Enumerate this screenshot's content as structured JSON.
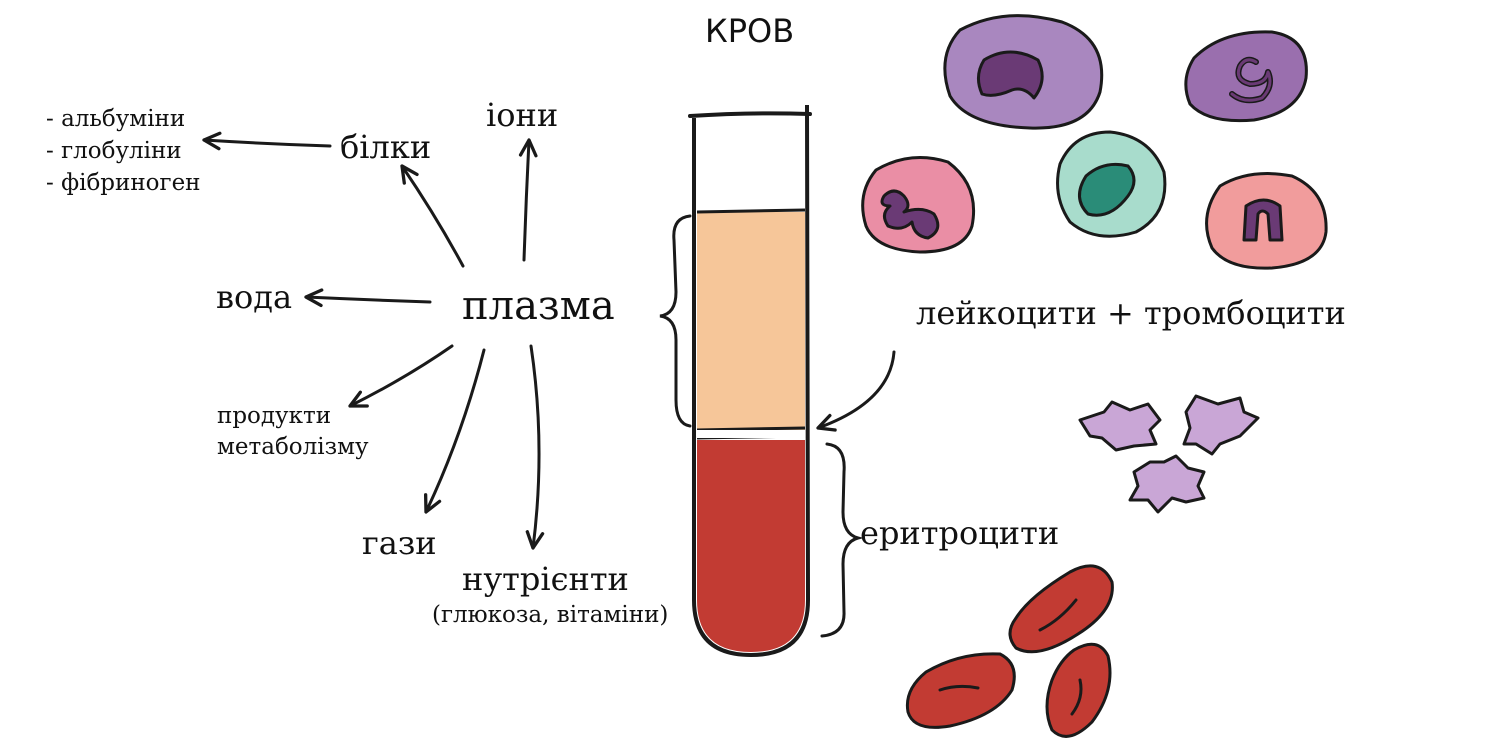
{
  "title": "КРОВ",
  "plasma": {
    "label": "плазма",
    "components": {
      "proteins": "білки",
      "proteins_list": [
        "- альбуміни",
        "- глобуліни",
        "- фібриноген"
      ],
      "ions": "іони",
      "water": "вода",
      "metabolism_line1": "продукти",
      "metabolism_line2": "метаболізму",
      "gases": "гази",
      "nutrients": "нутрієнти",
      "nutrients_note": "(глюкоза, вітаміни)"
    }
  },
  "layers": {
    "buffy_coat": "лейкоцити + тромбоцити",
    "erythrocytes": "еритроцити"
  },
  "colors": {
    "ink": "#1a1a1a",
    "plasma": "#f6c699",
    "red_cells": "#c23b33",
    "leukocyte_violet": "#a987bf",
    "leukocyte_purple": "#9a6fae",
    "leukocyte_pink": "#ea8ea5",
    "leukocyte_teal": "#a8dccc",
    "leukocyte_salmon": "#f19c9c",
    "nucleus_dark": "#6a3a75",
    "nucleus_teal": "#2a8c78",
    "platelet": "#c9a6d6"
  }
}
